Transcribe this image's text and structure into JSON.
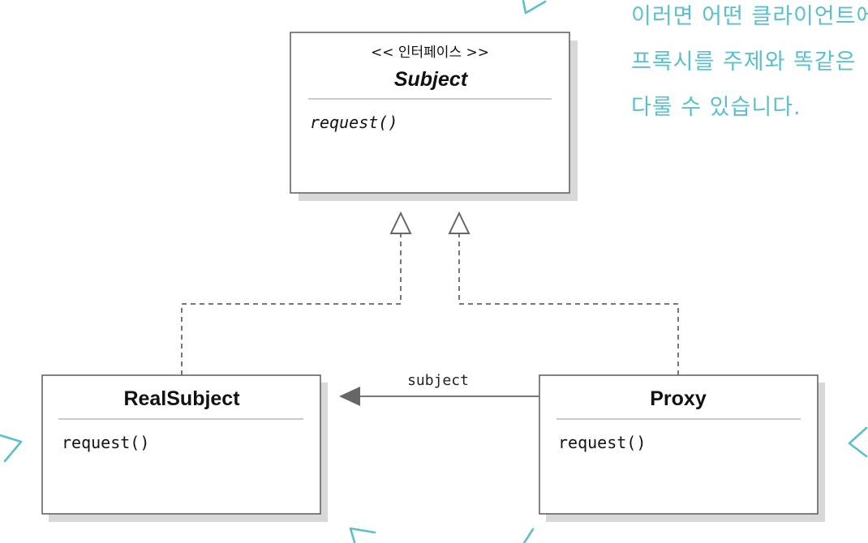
{
  "diagram": {
    "subject": {
      "stereotype": "<< 인터페이스 >>",
      "name": "Subject",
      "method": "request()"
    },
    "real_subject": {
      "name": "RealSubject",
      "method": "request()"
    },
    "proxy": {
      "name": "Proxy",
      "method": "request()"
    },
    "association_label": "subject"
  },
  "annotation": {
    "lines": [
      "이러면 어떤 클라이언트에",
      "프록시를 주제와 똑같은",
      "다룰 수 있습니다."
    ]
  },
  "colors": {
    "box_border": "#5a5a5a",
    "shadow": "#d8d8d8",
    "line": "#777777",
    "note": "#5bbfcc"
  }
}
